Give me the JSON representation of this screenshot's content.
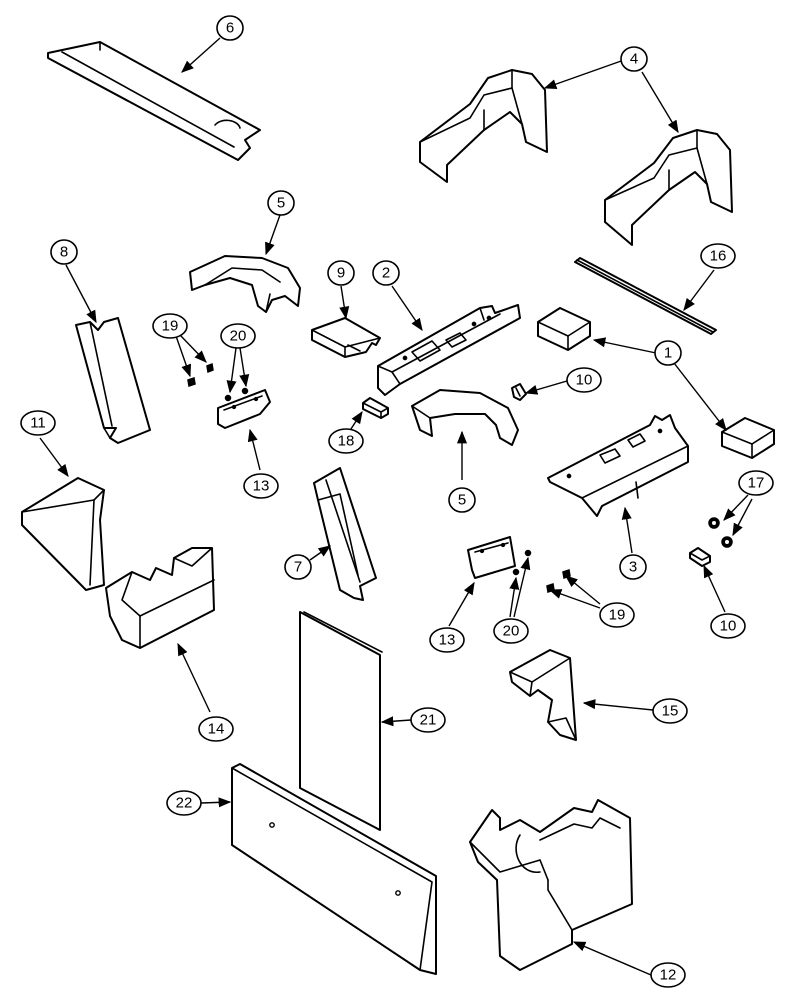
{
  "diagram": {
    "type": "exploded-parts-view",
    "callouts": [
      {
        "id": "c6a",
        "label": "6"
      },
      {
        "id": "c4a",
        "label": "4"
      },
      {
        "id": "c5a",
        "label": "5"
      },
      {
        "id": "c8a",
        "label": "8"
      },
      {
        "id": "c9a",
        "label": "9"
      },
      {
        "id": "c2a",
        "label": "2"
      },
      {
        "id": "c16a",
        "label": "16"
      },
      {
        "id": "c19a",
        "label": "19"
      },
      {
        "id": "c20a",
        "label": "20"
      },
      {
        "id": "c1a",
        "label": "1"
      },
      {
        "id": "c10a",
        "label": "10"
      },
      {
        "id": "c11a",
        "label": "11"
      },
      {
        "id": "c18a",
        "label": "18"
      },
      {
        "id": "c13a",
        "label": "13"
      },
      {
        "id": "c5b",
        "label": "5"
      },
      {
        "id": "c17a",
        "label": "17"
      },
      {
        "id": "c7a",
        "label": "7"
      },
      {
        "id": "c3a",
        "label": "3"
      },
      {
        "id": "c13b",
        "label": "13"
      },
      {
        "id": "c20b",
        "label": "20"
      },
      {
        "id": "c19b",
        "label": "19"
      },
      {
        "id": "c10b",
        "label": "10"
      },
      {
        "id": "c14a",
        "label": "14"
      },
      {
        "id": "c15a",
        "label": "15"
      },
      {
        "id": "c21a",
        "label": "21"
      },
      {
        "id": "c22a",
        "label": "22"
      },
      {
        "id": "c12a",
        "label": "12"
      }
    ]
  }
}
